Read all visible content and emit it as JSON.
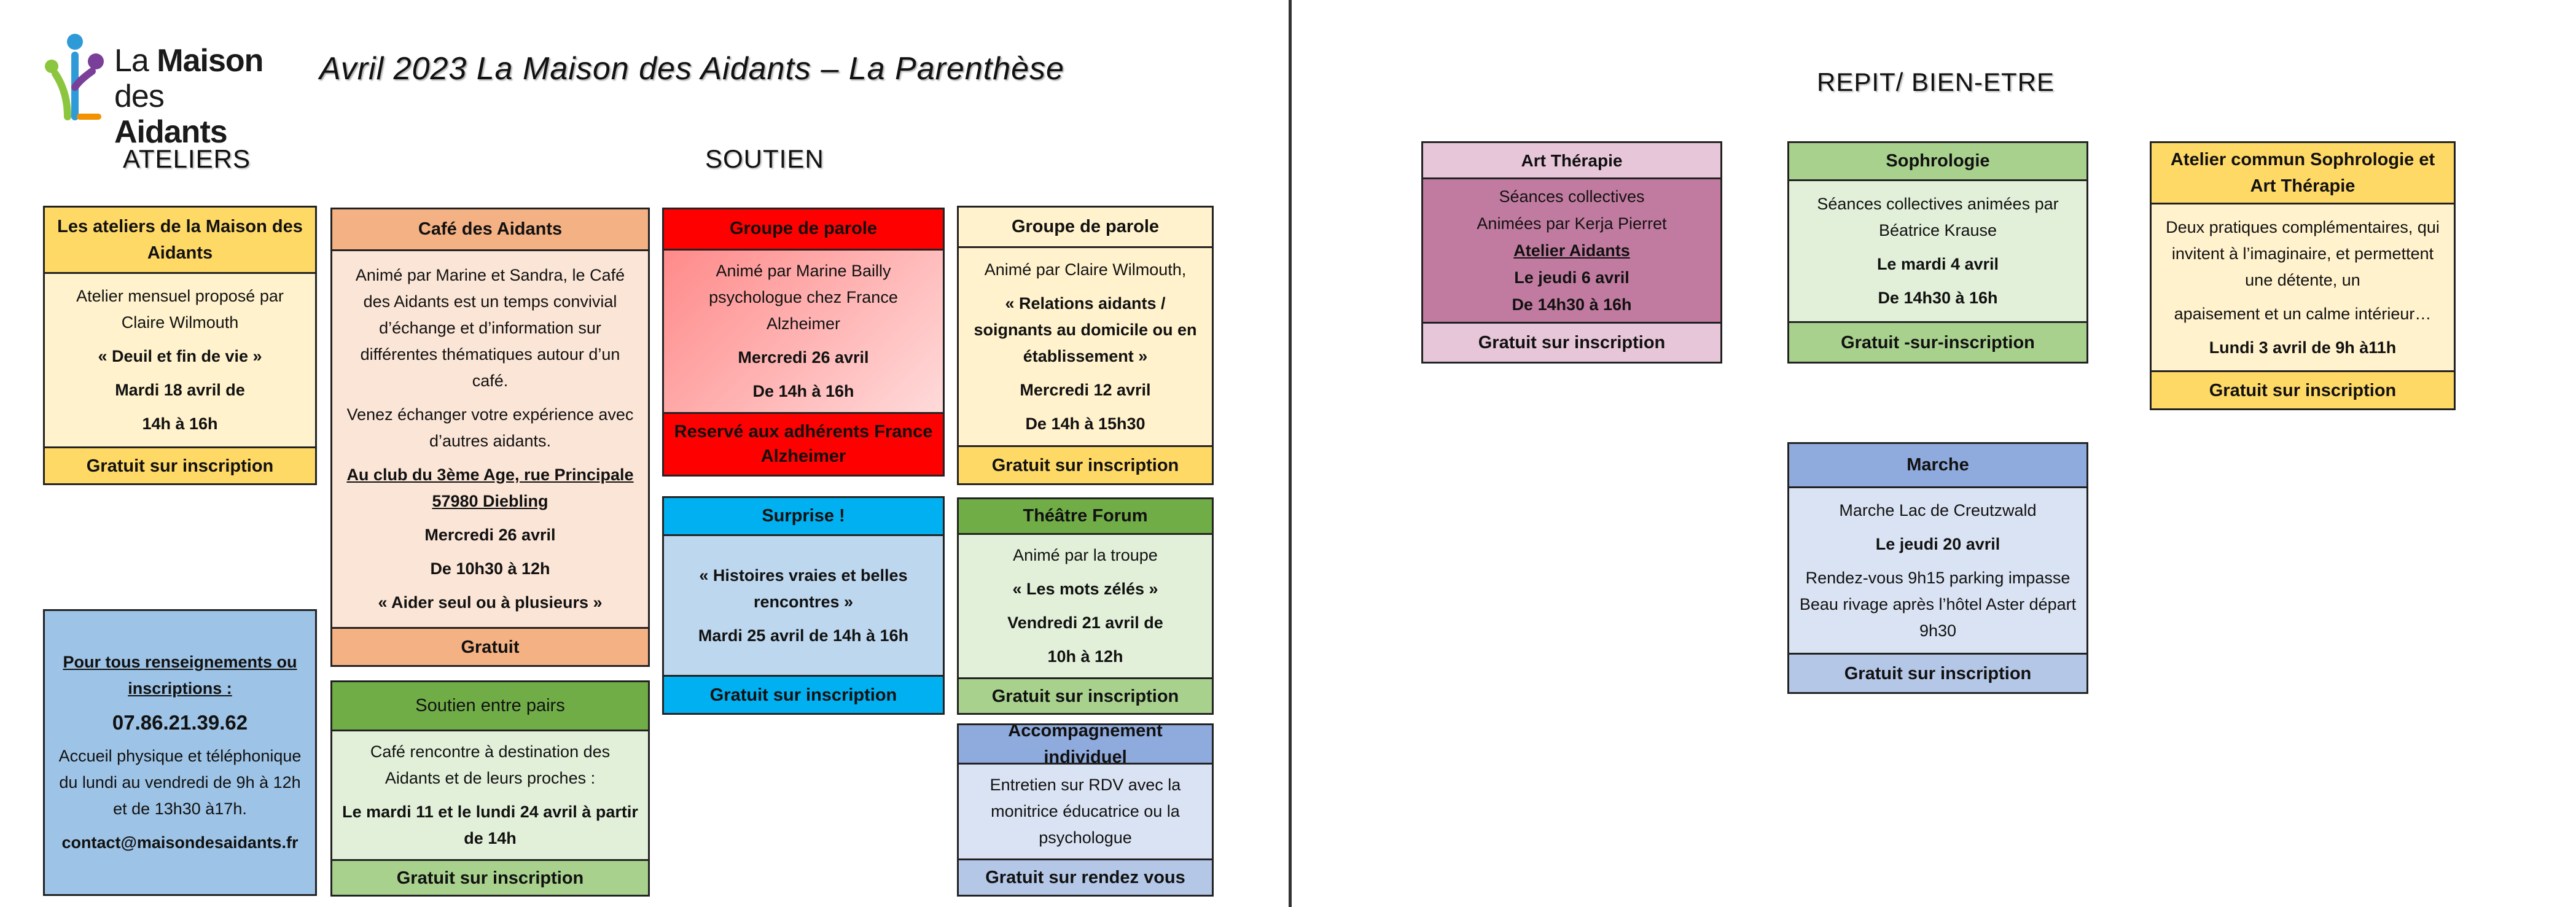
{
  "logo": {
    "line1_a": "La",
    "line1_b": "Maison",
    "line2_a": "des",
    "line2_b": "Aidants"
  },
  "title": "Avril 2023 La Maison des Aidants – La Parenthèse",
  "sections": {
    "ateliers": "ATELIERS",
    "soutien": "SOUTIEN",
    "repit": "REPIT/ BIEN-ETRE"
  },
  "ateliers_box": {
    "header": "Les ateliers de la Maison des Aidants",
    "l1": "Atelier mensuel proposé par Claire Wilmouth",
    "l2": "« Deuil et fin de vie »",
    "l3": "Mardi 18 avril de",
    "l4": "14h à 16h",
    "footer": "Gratuit sur inscription"
  },
  "contact_box": {
    "l1": "Pour tous renseignements ou inscriptions :",
    "phone": "07.86.21.39.62",
    "l2": "Accueil physique et téléphonique du lundi au vendredi de 9h à 12h et de 13h30 à17h.",
    "email": "contact@maisondesaidants.fr"
  },
  "cafe_box": {
    "header": "Café des Aidants",
    "l1": "Animé par Marine et Sandra, le Café des Aidants est un temps convivial d’échange et d’information sur différentes thématiques autour d’un café.",
    "l2": "Venez échanger votre expérience avec d’autres aidants.",
    "l3": "Au club du 3ème Age, rue Principale 57980 Diebling",
    "l4": "Mercredi 26 avril",
    "l5": "De 10h30 à 12h",
    "l6": "« Aider seul ou à plusieurs »",
    "footer": "Gratuit"
  },
  "pairs_box": {
    "header": "Soutien entre pairs",
    "l1": "Café rencontre à destination des Aidants et de leurs proches :",
    "l2": "Le mardi 11 et le lundi 24 avril à partir de 14h",
    "footer": "Gratuit sur inscription"
  },
  "groupe1_box": {
    "header": "Groupe de parole",
    "l1": "Animé par Marine Bailly psychologue chez France Alzheimer",
    "l2": "Mercredi 26 avril",
    "l3": "De 14h à 16h",
    "footer": "Reservé aux adhérents France Alzheimer"
  },
  "surprise_box": {
    "header": "Surprise !",
    "l1": "« Histoires vraies et belles rencontres »",
    "l2": "Mardi 25 avril de 14h à 16h",
    "footer": "Gratuit sur inscription"
  },
  "groupe2_box": {
    "header": "Groupe de parole",
    "l1": "Animé par Claire Wilmouth,",
    "l2": "« Relations aidants / soignants au domicile ou en établissement »",
    "l3": "Mercredi 12 avril",
    "l4": "De 14h à 15h30",
    "footer": "Gratuit sur inscription"
  },
  "theatre_box": {
    "header": "Théâtre Forum",
    "l1": "Animé par la troupe",
    "l2": "« Les mots zélés »",
    "l3": "Vendredi 21 avril de",
    "l4": "10h à 12h",
    "footer": "Gratuit sur inscription"
  },
  "accomp_box": {
    "header": "Accompagnement individuel",
    "l1": "Entretien sur RDV avec la monitrice éducatrice ou la psychologue",
    "footer": "Gratuit sur rendez vous"
  },
  "art_box": {
    "header": "Art Thérapie",
    "l1": "Séances collectives",
    "l2": "Animées par Kerja Pierret",
    "l3": "Atelier Aidants",
    "l4": "Le jeudi 6 avril",
    "l5": "De 14h30 à 16h",
    "footer": "Gratuit sur inscription"
  },
  "sophro_box": {
    "header": "Sophrologie",
    "l1": "Séances collectives animées par Béatrice Krause",
    "l2": "Le mardi 4 avril",
    "l3": "De 14h30 à 16h",
    "footer": "Gratuit -sur-inscription"
  },
  "commun_box": {
    "header": "Atelier commun Sophrologie et Art Thérapie",
    "l1": "Deux pratiques complémentaires, qui invitent à l’imaginaire, et permettent une détente, un",
    "l2": "apaisement et un calme intérieur…",
    "l3": "Lundi 3 avril de 9h à11h",
    "footer": "Gratuit sur inscription"
  },
  "marche_box": {
    "header": "Marche",
    "l1": "Marche Lac de Creutzwald",
    "l2": "Le jeudi 20 avril",
    "l3": "Rendez-vous 9h15 parking impasse Beau rivage après l’hôtel Aster départ 9h30",
    "footer": "Gratuit sur inscription"
  },
  "colors": {
    "yellow_head": "#ffd966",
    "yellow_body": "#fff2cc",
    "orange_head": "#f4b183",
    "orange_body": "#fbe5d6",
    "red": "#ff0000",
    "blue_head": "#00b0f0",
    "blue_body": "#bdd7ee",
    "green_head": "#70ad47",
    "green_body": "#e2f0d9",
    "green_foot": "#a9d18e",
    "indigo_head": "#8faadc",
    "indigo_body": "#dae3f3",
    "mauve_head": "#e6c6d8",
    "mauve_body": "#c27ba0",
    "contact": "#9dc3e6"
  }
}
